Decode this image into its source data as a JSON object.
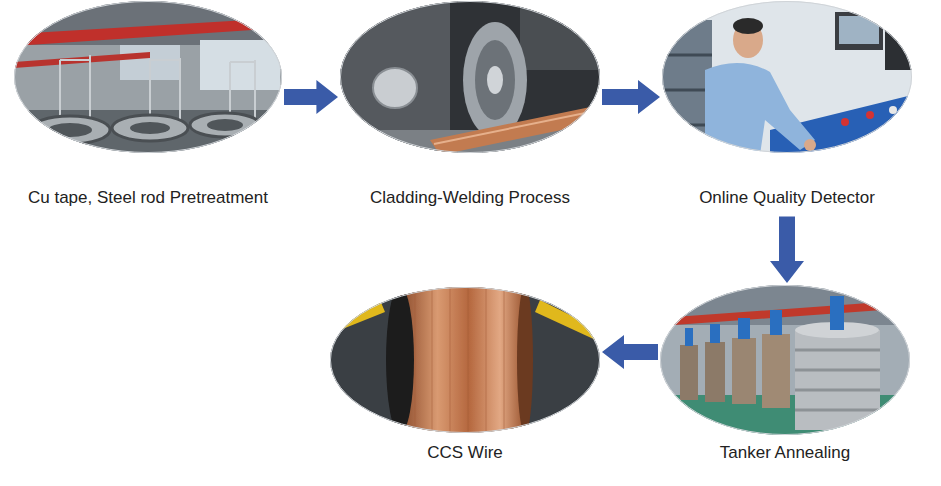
{
  "diagram": {
    "nodes": [
      {
        "text": [
          "Cu tape, Steel rod Pretreatment"
        ]
      },
      {
        "text": [
          "Cladding-Welding Process"
        ]
      },
      {
        "text": [
          "Online Quality Detector"
        ]
      },
      {
        "text": [
          "Tanker Annealing"
        ]
      },
      {
        "text": [
          "CCS Wire"
        ]
      }
    ],
    "edges": [
      {
        "from": 0,
        "to": 1,
        "arrow": "to"
      },
      {
        "from": 1,
        "to": 2,
        "arrow": "to"
      },
      {
        "from": 2,
        "to": 3,
        "arrow": "to"
      },
      {
        "from": 3,
        "to": 4,
        "arrow": "to"
      }
    ]
  }
}
